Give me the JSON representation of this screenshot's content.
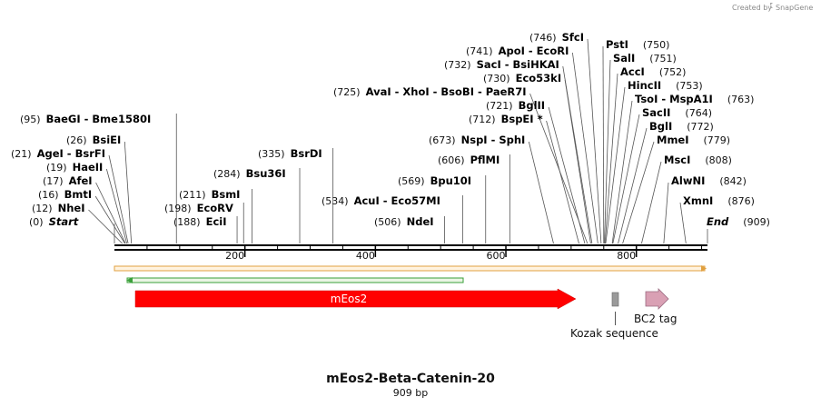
{
  "branding": {
    "created_by": "Created by",
    "product": "SnapGene"
  },
  "sequence": {
    "name": "mEos2-Beta-Catenin-20",
    "length_label": "909 bp",
    "length": 909
  },
  "ruler": {
    "ticks": [
      200,
      400,
      600,
      800
    ]
  },
  "enzymes": [
    {
      "pos": "(0)",
      "name": "Start",
      "site": 0,
      "italic": true
    },
    {
      "pos": "(12)",
      "name": "NheI",
      "site": 12
    },
    {
      "pos": "(16)",
      "name": "BmtI",
      "site": 16
    },
    {
      "pos": "(17)",
      "name": "AfeI",
      "site": 17
    },
    {
      "pos": "(19)",
      "name": "HaeII",
      "site": 19
    },
    {
      "pos": "(21)",
      "name": "AgeI  - BsrFI",
      "site": 21
    },
    {
      "pos": "(26)",
      "name": "BsiEI",
      "site": 26
    },
    {
      "pos": "(95)",
      "name": "BaeGI  - Bme1580I",
      "site": 95
    },
    {
      "pos": "(188)",
      "name": "EciI",
      "site": 188
    },
    {
      "pos": "(198)",
      "name": "EcoRV",
      "site": 198
    },
    {
      "pos": "(211)",
      "name": "BsmI",
      "site": 211
    },
    {
      "pos": "(284)",
      "name": "Bsu36I",
      "site": 284
    },
    {
      "pos": "(335)",
      "name": "BsrDI",
      "site": 335
    },
    {
      "pos": "(506)",
      "name": "NdeI",
      "site": 506
    },
    {
      "pos": "(534)",
      "name": "AcuI  - Eco57MI",
      "site": 534
    },
    {
      "pos": "(569)",
      "name": "Bpu10I",
      "site": 569
    },
    {
      "pos": "(606)",
      "name": "PflMI",
      "site": 606
    },
    {
      "pos": "(673)",
      "name": "NspI  - SphI",
      "site": 673
    },
    {
      "pos": "(712)",
      "name": "BspEI *",
      "site": 712
    },
    {
      "pos": "(721)",
      "name": "BglII",
      "site": 721
    },
    {
      "pos": "(725)",
      "name": "AvaI  - XhoI  - BsoBI  - PaeR7I",
      "site": 725
    },
    {
      "pos": "(730)",
      "name": "Eco53kI",
      "site": 730
    },
    {
      "pos": "(732)",
      "name": "SacI  - BsiHKAI",
      "site": 732
    },
    {
      "pos": "(741)",
      "name": "ApoI  - EcoRI",
      "site": 741
    },
    {
      "pos": "(746)",
      "name": "SfcI",
      "site": 746
    },
    {
      "pos": "(750)",
      "name": "PstI",
      "site": 750
    },
    {
      "pos": "(751)",
      "name": "SalI",
      "site": 751
    },
    {
      "pos": "(752)",
      "name": "AccI",
      "site": 752
    },
    {
      "pos": "(753)",
      "name": "HincII",
      "site": 753
    },
    {
      "pos": "(763)",
      "name": "TsoI  - MspA1I",
      "site": 763
    },
    {
      "pos": "(764)",
      "name": "SacII",
      "site": 764
    },
    {
      "pos": "(772)",
      "name": "BglI",
      "site": 772
    },
    {
      "pos": "(779)",
      "name": "MmeI",
      "site": 779
    },
    {
      "pos": "(808)",
      "name": "MscI",
      "site": 808
    },
    {
      "pos": "(842)",
      "name": "AlwNI",
      "site": 842
    },
    {
      "pos": "(876)",
      "name": "XmnI",
      "site": 876
    },
    {
      "pos": "(909)",
      "name": "End",
      "site": 909,
      "italic": true
    }
  ],
  "features": {
    "meos2": {
      "label": "mEos2",
      "start": 35,
      "end": 710,
      "color": "#ff0000"
    },
    "kozak": {
      "label": "Kozak sequence",
      "start": 761,
      "end": 771,
      "color": "#999999"
    },
    "bc2": {
      "label": "BC2 tag",
      "start": 817,
      "end": 852,
      "color": "#d9a0b4"
    },
    "orf_colors": {
      "full": "#f0a030",
      "inner": "#3aa03a"
    }
  }
}
